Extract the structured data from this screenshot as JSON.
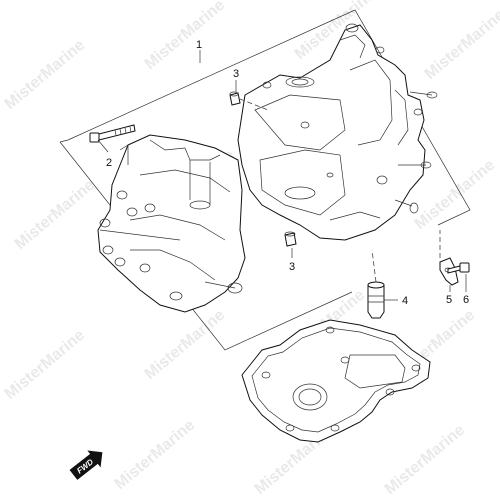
{
  "watermark": {
    "text": "MisterMarine"
  },
  "callouts": [
    {
      "id": "1",
      "label": "1"
    },
    {
      "id": "2",
      "label": "2"
    },
    {
      "id": "3a",
      "label": "3"
    },
    {
      "id": "3b",
      "label": "3"
    },
    {
      "id": "4",
      "label": "4"
    },
    {
      "id": "5",
      "label": "5"
    },
    {
      "id": "6",
      "label": "6"
    }
  ],
  "fwd_badge": {
    "label": "FWD"
  }
}
